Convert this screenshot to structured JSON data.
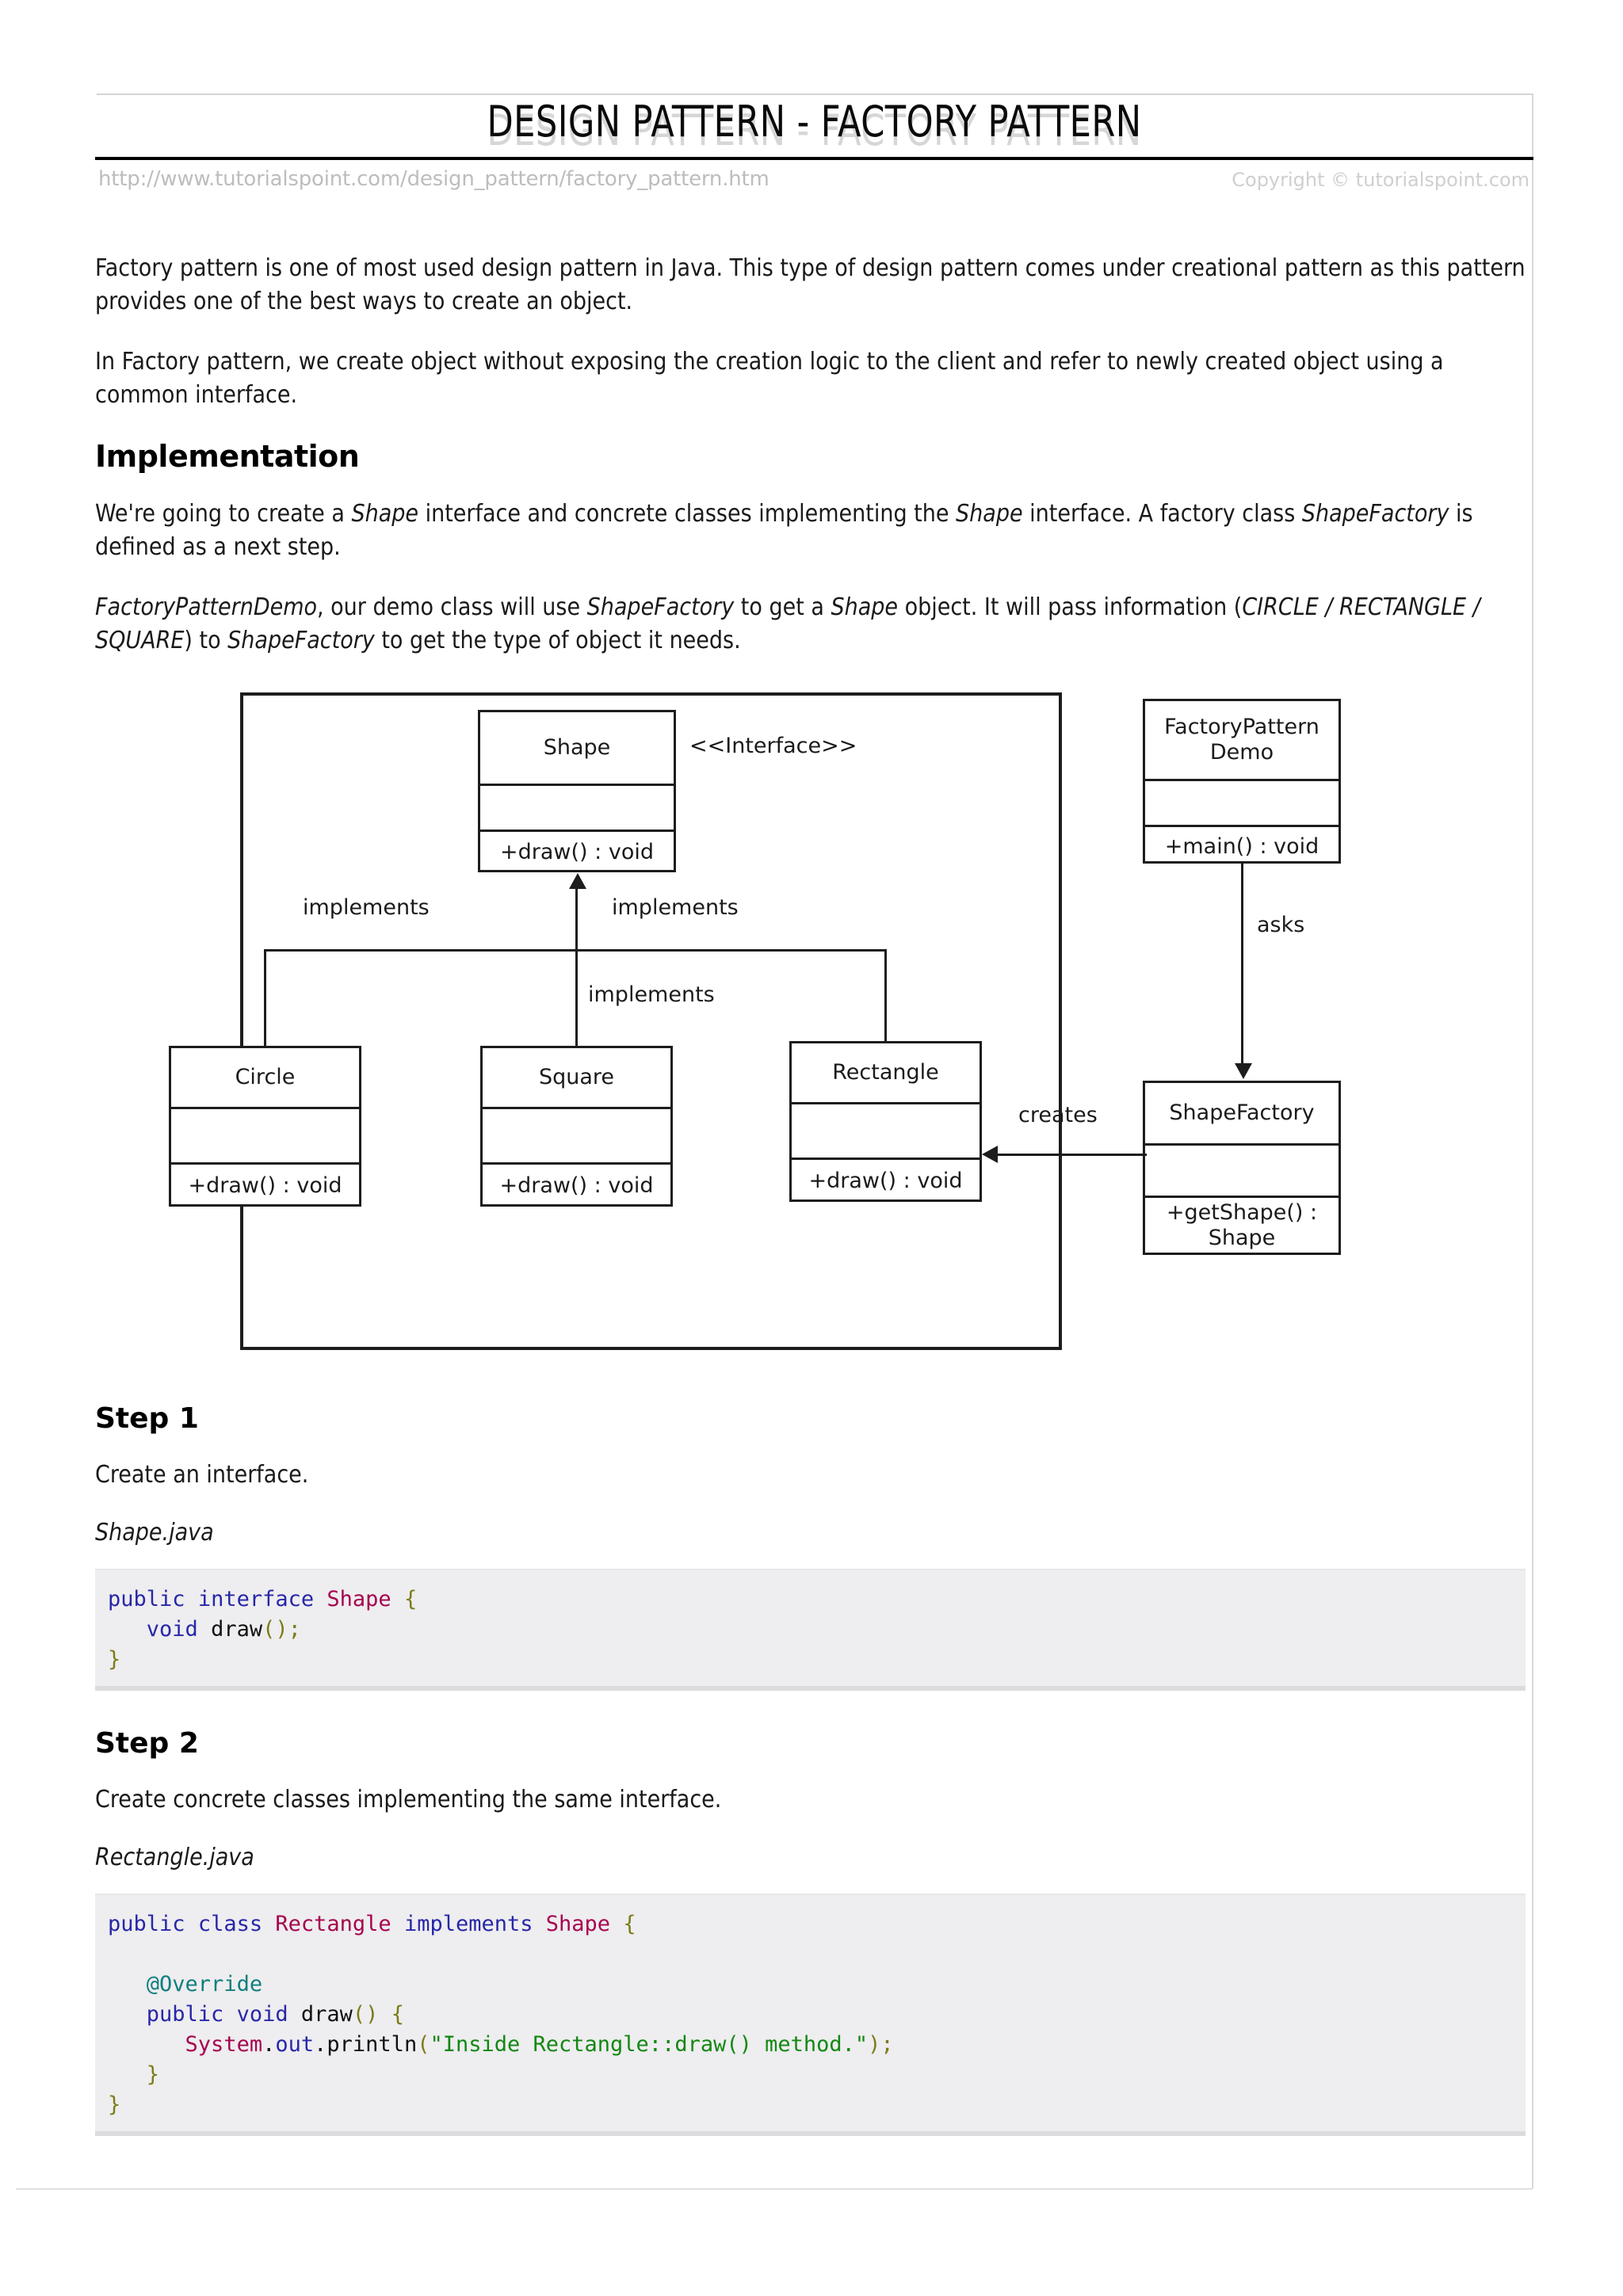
{
  "header": {
    "title": "DESIGN PATTERN - FACTORY PATTERN",
    "url": "http://www.tutorialspoint.com/design_pattern/factory_pattern.htm",
    "copyright": "Copyright © tutorialspoint.com"
  },
  "intro": {
    "para1": "Factory pattern is one of most used design pattern in Java. This type of design pattern comes under creational pattern as this pattern provides one of the best ways to create an object.",
    "para2": "In Factory pattern, we create object without exposing the creation logic to the client and refer to newly created object using a common interface."
  },
  "implementation": {
    "heading": "Implementation",
    "para1_a": "We're going to create a ",
    "para1_i1": "Shape",
    "para1_b": " interface and concrete classes implementing the ",
    "para1_i2": "Shape",
    "para1_c": " interface. A factory class ",
    "para1_i3": "ShapeFactory",
    "para1_d": " is defined as a next step.",
    "para2_i1": "FactoryPatternDemo",
    "para2_a": ", our demo class will use ",
    "para2_i2": "ShapeFactory",
    "para2_b": " to get a ",
    "para2_i3": "Shape",
    "para2_c": " object. It will pass information (",
    "para2_i4": "CIRCLE / RECTANGLE / SQUARE",
    "para2_d": ") to ",
    "para2_i5": "ShapeFactory",
    "para2_e": " to get the type of object it needs."
  },
  "diagram": {
    "interface_stereotype": "<<Interface>>",
    "shape": {
      "name": "Shape",
      "method": "+draw() : void"
    },
    "circle": {
      "name": "Circle",
      "method": "+draw() : void"
    },
    "square": {
      "name": "Square",
      "method": "+draw() : void"
    },
    "rectangle": {
      "name": "Rectangle",
      "method": "+draw() : void"
    },
    "demo": {
      "name_line1": "FactoryPattern",
      "name_line2": "Demo",
      "method": "+main() : void"
    },
    "factory": {
      "name": "ShapeFactory",
      "method_line1": "+getShape() :",
      "method_line2": "Shape"
    },
    "labels": {
      "implements_left": "implements",
      "implements_right": "implements",
      "implements_center": "implements",
      "asks": "asks",
      "creates": "creates"
    }
  },
  "step1": {
    "heading": "Step 1",
    "description": "Create an interface.",
    "filename": "Shape.java",
    "code": {
      "line1": {
        "kw1": "public",
        "kw2": "interface",
        "cls": "Shape",
        "brace": "{"
      },
      "line2": {
        "kw": "void",
        "name": "draw",
        "punct": "();"
      },
      "line3": {
        "brace": "}"
      }
    }
  },
  "step2": {
    "heading": "Step 2",
    "description": "Create concrete classes implementing the same interface.",
    "filename": "Rectangle.java",
    "code": {
      "line1": {
        "kw1": "public",
        "kw2": "class",
        "cls1": "Rectangle",
        "kw3": "implements",
        "cls2": "Shape",
        "brace": "{"
      },
      "line3": {
        "annotation": "@Override"
      },
      "line4": {
        "kw1": "public",
        "kw2": "void",
        "name": "draw",
        "punct": "() {"
      },
      "line5": {
        "sys": "System",
        "dot1": ".",
        "out": "out",
        "dot2": ".",
        "println": "println",
        "open": "(",
        "string": "\"Inside Rectangle::draw() method.\"",
        "close": ");"
      },
      "line6": {
        "brace": "}"
      },
      "line7": {
        "brace": "}"
      }
    }
  },
  "colors": {
    "keyword": "#2727a8",
    "class_name": "#a6034f",
    "punctuation": "#7c7c18",
    "annotation": "#0f7f7f",
    "string": "#118811",
    "code_background": "#eeedef",
    "url_text": "#bdbdbd",
    "title_shadow": "#d6d6d6"
  }
}
